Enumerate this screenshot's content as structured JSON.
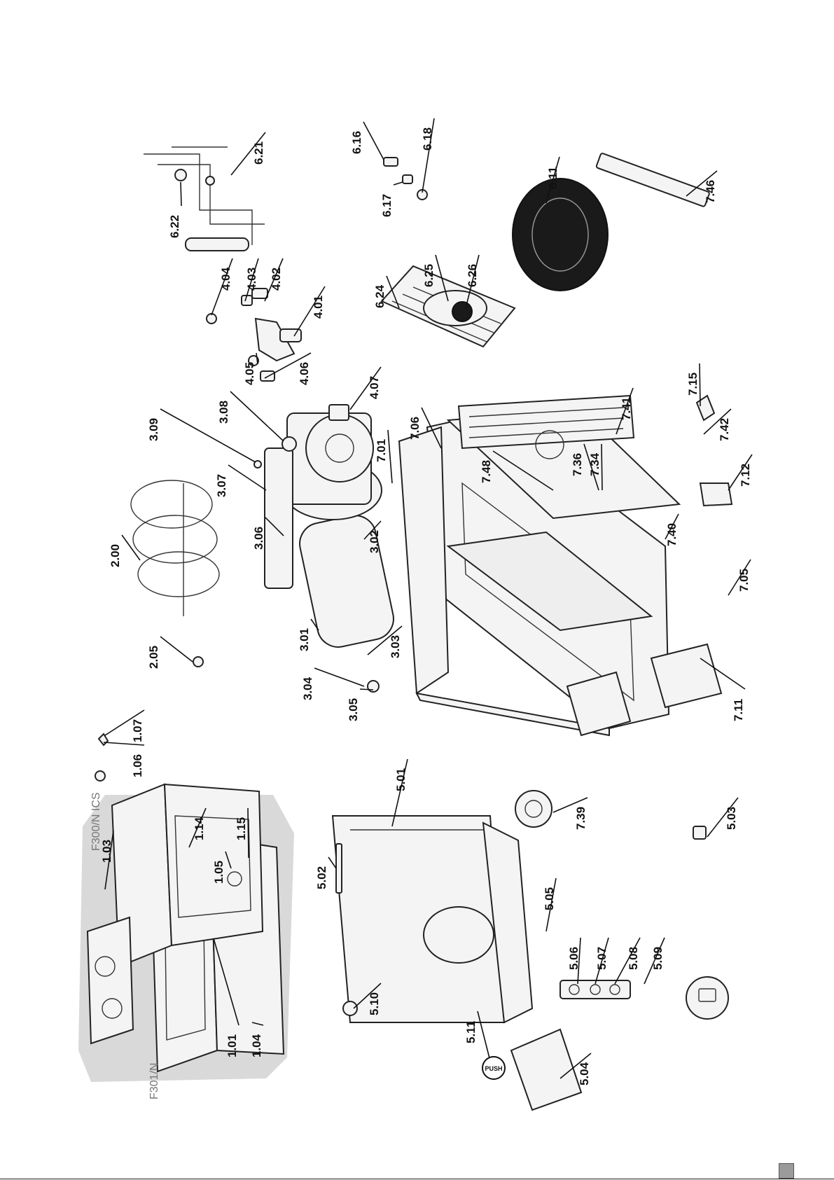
{
  "models": [
    "F300/N ICS",
    "F301/N"
  ],
  "parts": [
    "1.01",
    "1.03",
    "1.04",
    "1.05",
    "1.06",
    "1.07",
    "1.14",
    "1.15",
    "2.00",
    "2.05",
    "3.01",
    "3.02",
    "3.03",
    "3.04",
    "3.05",
    "3.06",
    "3.07",
    "3.08",
    "3.09",
    "4.01",
    "4.02",
    "4.03",
    "4.04",
    "4.05",
    "4.06",
    "4.07",
    "5.01",
    "5.02",
    "5.03",
    "5.04",
    "5.05",
    "5.06",
    "5.07",
    "5.08",
    "5.09",
    "5.10",
    "5.11",
    "6.11",
    "6.16",
    "6.17",
    "6.18",
    "6.21",
    "6.22",
    "6.24",
    "6.25",
    "6.26",
    "7.01",
    "7.05",
    "7.06",
    "7.11",
    "7.12",
    "7.15",
    "7.34",
    "7.36",
    "7.39",
    "7.40",
    "7.41",
    "7.42",
    "7.46",
    "7.48"
  ],
  "stickers": {
    "push": "PUSH"
  }
}
